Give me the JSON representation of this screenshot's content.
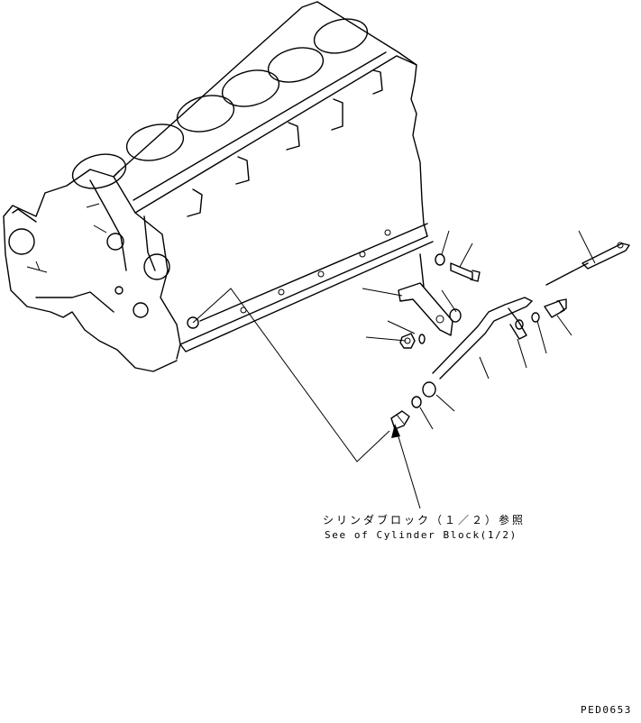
{
  "reference_note": {
    "japanese": "シリンダブロック（１／２）参照",
    "english": "See of Cylinder Block(1/2)"
  },
  "drawing_code": "PED0653",
  "colors": {
    "line": "#000000",
    "background": "#ffffff"
  }
}
